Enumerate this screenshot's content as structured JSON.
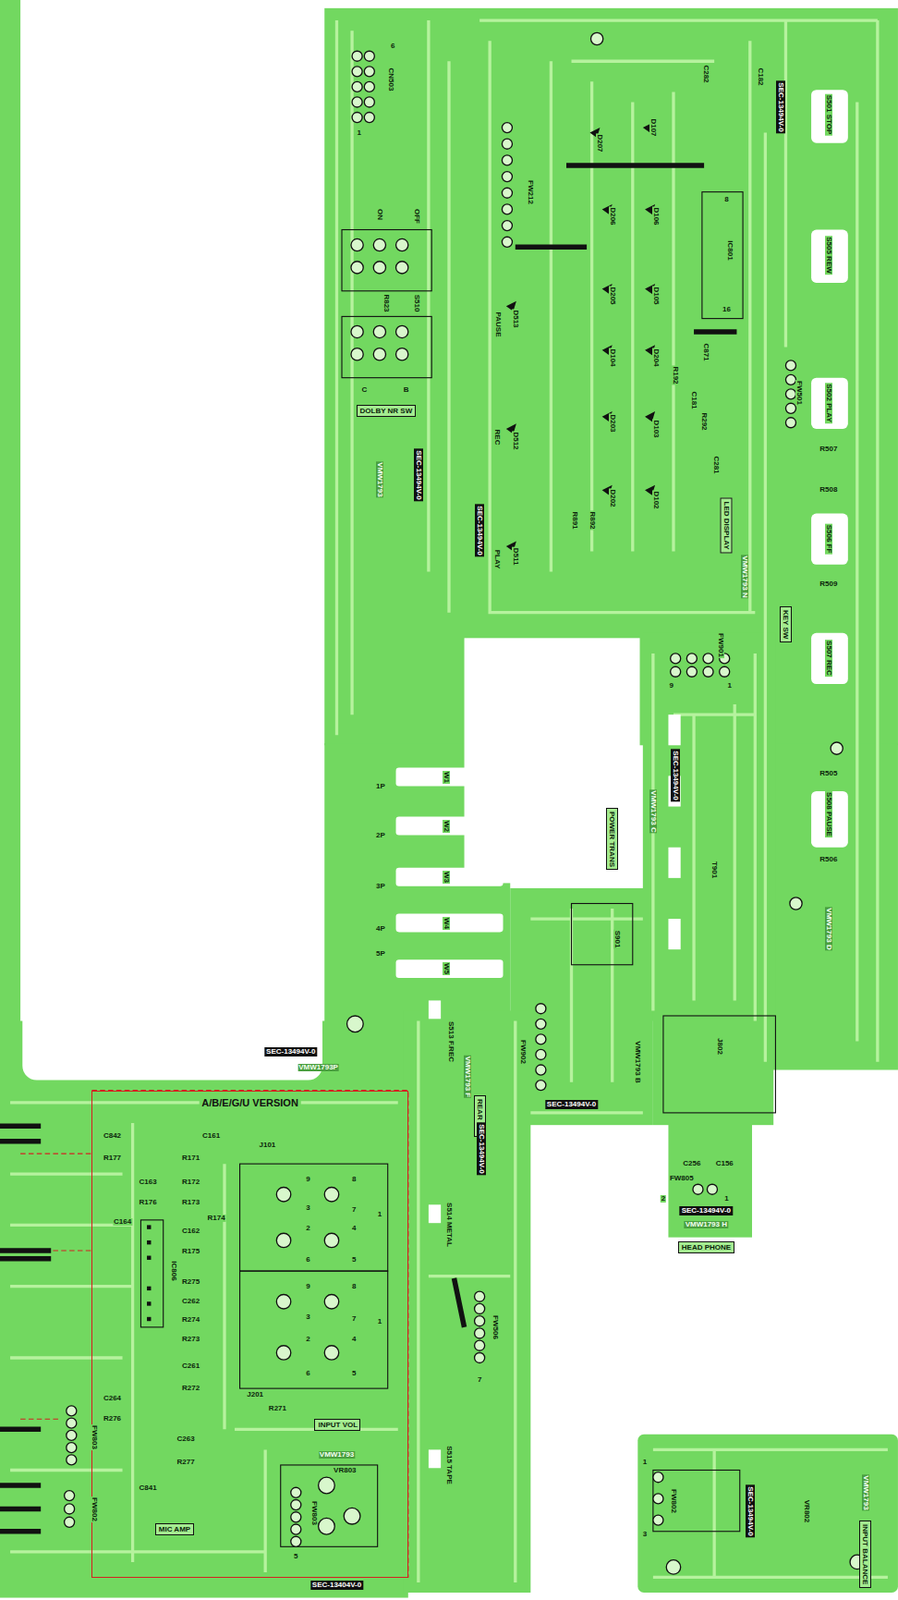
{
  "diagram": {
    "nodes": [
      {
        "text": [
          "DOLBY NR SW"
        ]
      },
      {
        "text": [
          "LED DISPLAY"
        ]
      },
      {
        "text": [
          "KEY SW"
        ]
      },
      {
        "text": [
          "POWER TRANS"
        ]
      },
      {
        "text": [
          "REAR SW"
        ]
      },
      {
        "text": [
          "HEAD PHONE"
        ]
      },
      {
        "text": [
          "A/B/E/G/U VERSION"
        ]
      },
      {
        "text": [
          "INPUT VOL"
        ],
        "in": 6
      },
      {
        "text": [
          "MIC AMP"
        ],
        "in": 6
      },
      {
        "text": [
          "INPUT BALANCE"
        ]
      }
    ],
    "labels": [
      "CN503",
      "6",
      "1",
      "ON",
      "OFF",
      "R823",
      "S510",
      "C",
      "B",
      "VMW1793",
      "SEC-13494V-0",
      "SEC-13494V-0",
      "PLAY",
      "D511",
      "REC",
      "D512",
      "PAUSE",
      "D513",
      "FW212",
      "D207",
      "D107",
      "C282",
      "C182",
      "D206",
      "D106",
      "IC801",
      "8",
      "16",
      "D205",
      "D105",
      "D104",
      "D204",
      "R192",
      "C871",
      "C181",
      "D203",
      "D103",
      "R292",
      "C281",
      "R891",
      "R892",
      "D202",
      "D102",
      "VMW1793 N",
      "SEC-13494V-0",
      "S501 STOP",
      "S505 REW",
      "FW501",
      "S502 PLAY",
      "R507",
      "R508",
      "S506 FF",
      "R509",
      "S507 REC",
      "R505",
      "S508 PAUSE",
      "R506",
      "VMW1793 D",
      "FW901",
      "9",
      "1",
      "SEC-13494V-0",
      "VMW1793 C",
      "T901",
      "1P",
      "2P",
      "3P",
      "4P",
      "5P",
      "W1",
      "W2",
      "W3",
      "W4",
      "W5",
      "S901",
      "FW902",
      "VMW1793 B",
      "SEC-13494V-0",
      "J802",
      "C256",
      "C156",
      "FW805",
      "2",
      "1",
      "SEC-13494V-0",
      "VMW1793 H",
      "S513 F.REC",
      "VMW1793 F",
      "SEC-13494V-0",
      "S514 METAL",
      "FW506",
      "7",
      "S515 TAPE",
      "SEC-13494V-0",
      "VMW1793P",
      "C842",
      "R177",
      "C161",
      "J101",
      "R171",
      "C163",
      "R172",
      "R176",
      "R173",
      "R174",
      "C164",
      "C162",
      "R175",
      "R275",
      "C262",
      "R274",
      "R273",
      "C261",
      "R272",
      "J201",
      "R271",
      "IC806",
      "C264",
      "R276",
      "C263",
      "R277",
      "C841",
      "FW803",
      "FW802",
      "9",
      "8",
      "3",
      "7",
      "2",
      "4",
      "6",
      "5",
      "1",
      "9",
      "8",
      "3",
      "7",
      "2",
      "4",
      "6",
      "5",
      "1",
      "VMW1793",
      "VR803",
      "FW803",
      "5",
      "SEC-13404V-0",
      "FW802",
      "3",
      "1",
      "SEC-13494V-0",
      "VR802",
      "VMW1793"
    ]
  }
}
